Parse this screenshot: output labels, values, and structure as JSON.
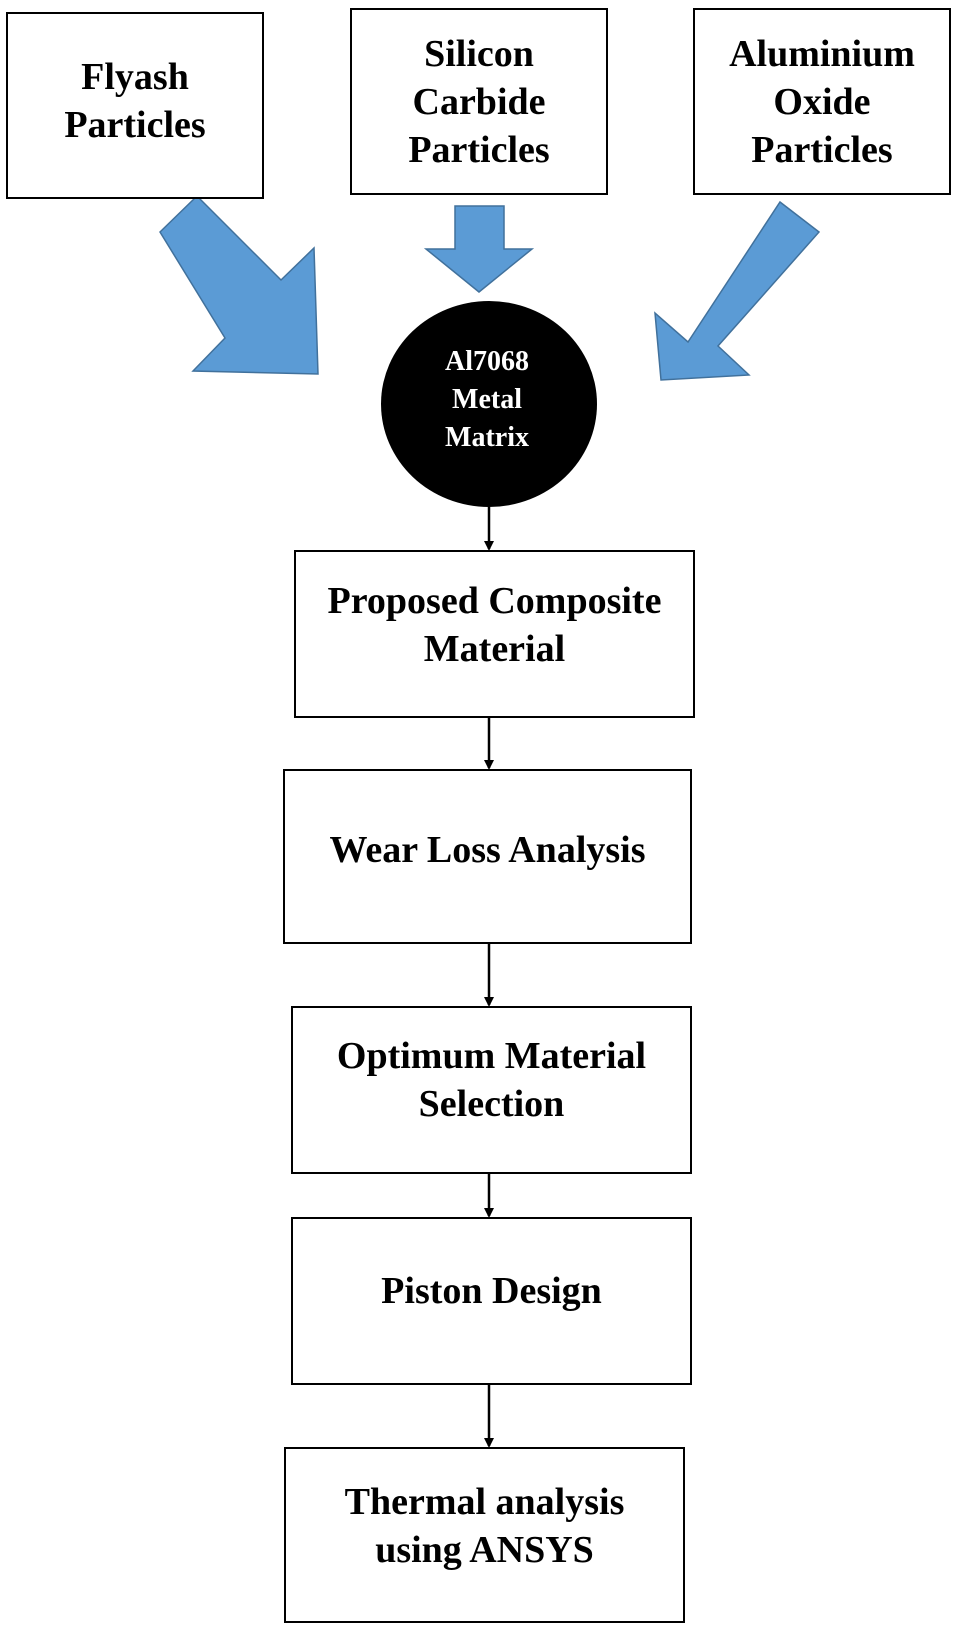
{
  "diagram": {
    "colors": {
      "arrow_fill": "#5b9bd5",
      "arrow_stroke": "#41719c",
      "matrix_fill": "#000000",
      "box_border": "#000000",
      "connector": "#000000"
    },
    "inputs": [
      {
        "id": "flyash",
        "label": "Flyash\nParticles"
      },
      {
        "id": "sic",
        "label": "Silicon\nCarbide\nParticles"
      },
      {
        "id": "al2o3",
        "label": "Aluminium\nOxide\nParticles"
      }
    ],
    "matrix": {
      "label": "Al7068\nMetal\nMatrix"
    },
    "steps": [
      {
        "id": "composite",
        "label": "Proposed Composite\nMaterial"
      },
      {
        "id": "wear",
        "label": "Wear Loss Analysis"
      },
      {
        "id": "optimum",
        "label": "Optimum Material\nSelection"
      },
      {
        "id": "piston",
        "label": "Piston Design"
      },
      {
        "id": "thermal",
        "label": "Thermal analysis\nusing ANSYS"
      }
    ]
  }
}
